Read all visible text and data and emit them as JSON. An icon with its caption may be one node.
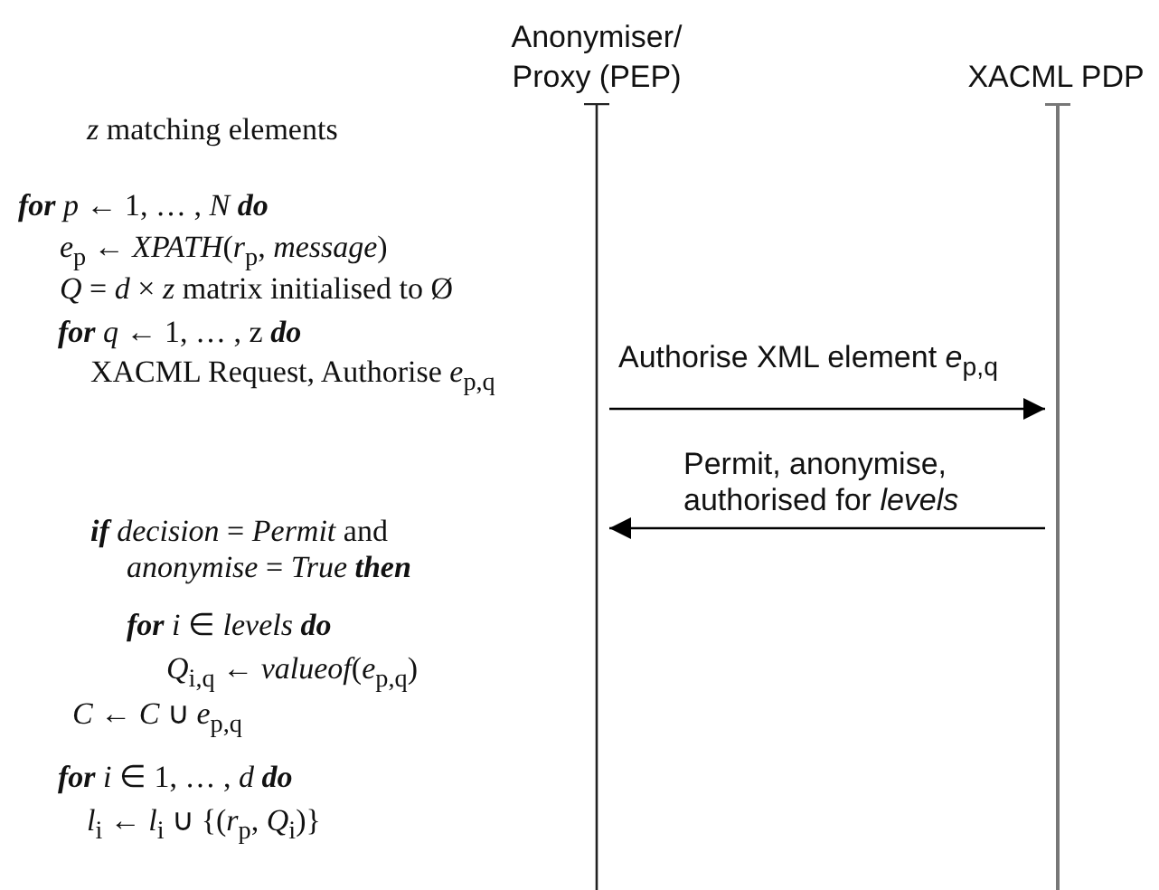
{
  "diagram": {
    "nodes": [
      {
        "text": [
          "Anonymiser/ Proxy (PEP)"
        ]
      },
      {
        "text": [
          "XACML PDP"
        ]
      },
      {
        "text": [],
        "shape": "bar"
      },
      {
        "text": [],
        "shape": "bar"
      }
    ],
    "edges": [
      {
        "from": 2,
        "to": 3,
        "arrow": "to",
        "label": "Authorise XML element *e*$_{p,q}$"
      },
      {
        "from": 3,
        "to": 2,
        "arrow": "to",
        "label": "Permit, anonymise, authorised for *levels*"
      }
    ],
    "labels": [
      "*z* matching elements",
      "**for** *p* ← 1, … , *N* **do**",
      "*e*$_{p}$ ← *XPATH*(*r*$_{p}$, *message*)",
      "*Q* = *d* × *z* matrix initialised to Ø",
      "**for** *q* ← 1, … , z **do**",
      "XACML Request, Authorise *e*$_{p,q}$",
      "**if** *decision* = *Permit* and *anonymise* = *True* **then**",
      "**for** *i* ∈ *levels* **do**",
      "*Q*$_{i,q}$ ← *valueof*(*e*$_{p,q}$)",
      "*C* ← *C* ∪ *e*$_{p,q}$",
      "**for** *i* ∈ 1, … , *d* **do**",
      "*l*$_{i}$ ← *l*$_{i}$ ∪ {(*r*$_{p}$, *Q*$_{i}$)}"
    ]
  }
}
